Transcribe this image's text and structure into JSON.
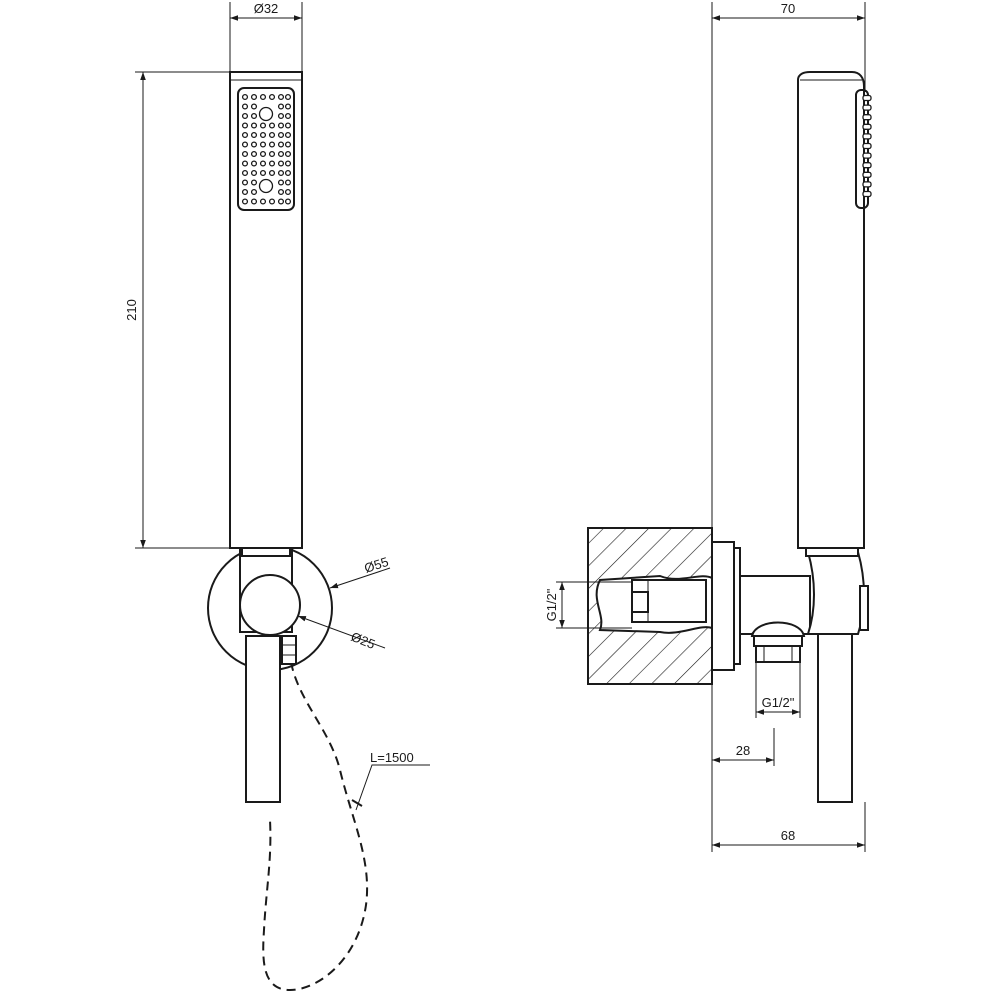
{
  "diagram": {
    "front_view": {
      "dim_width": "Ø32",
      "dim_height": "210",
      "dim_bracket_diameter": "Ø55",
      "dim_pivot_diameter": "Ø25",
      "dim_hose_length": "L=1500"
    },
    "side_view": {
      "dim_total_depth": "70",
      "dim_wall_thread": "G1/2\"",
      "dim_outlet_thread": "G1/2\"",
      "dim_outlet_offset": "28",
      "dim_bottom_depth": "68"
    }
  }
}
